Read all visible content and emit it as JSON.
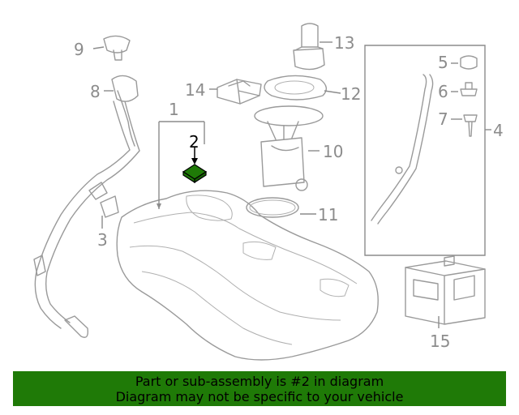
{
  "callouts": {
    "c1": "1",
    "c2": "2",
    "c3": "3",
    "c4": "4",
    "c5": "5",
    "c6": "6",
    "c7": "7",
    "c8": "8",
    "c9": "9",
    "c10": "10",
    "c11": "11",
    "c12": "12",
    "c13": "13",
    "c14": "14",
    "c15": "15"
  },
  "highlight": {
    "part": "2",
    "color": "#1f7a07"
  },
  "banner": {
    "line1": "Part or sub-assembly is #2 in diagram",
    "line2": "Diagram may not be specific to your vehicle",
    "color": "#1f7a07"
  }
}
